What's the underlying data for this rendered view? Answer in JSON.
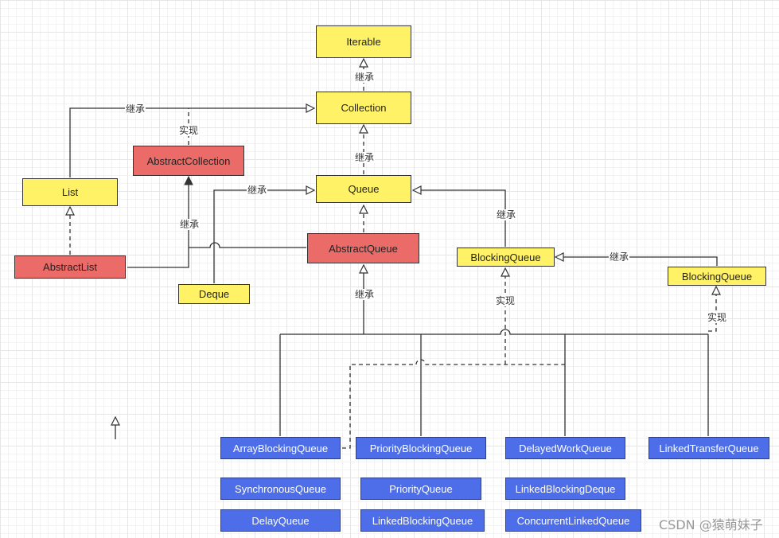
{
  "nodes": {
    "iterable": "Iterable",
    "collection": "Collection",
    "queue": "Queue",
    "abstract_collection": "AbstractCollection",
    "list": "List",
    "abstract_list": "AbstractList",
    "abstract_queue": "AbstractQueue",
    "deque": "Deque",
    "blocking_queue": "BlockingQueue",
    "blocking_queue_right": "BlockingQueue",
    "array_blocking_queue": "ArrayBlockingQueue",
    "priority_blocking_queue": "PriorityBlockingQueue",
    "delayed_work_queue": "DelayedWorkQueue",
    "linked_transfer_queue": "LinkedTransferQueue",
    "synchronous_queue": "SynchronousQueue",
    "priority_queue": "PriorityQueue",
    "linked_blocking_deque": "LinkedBlockingDeque",
    "delay_queue": "DelayQueue",
    "linked_blocking_queue": "LinkedBlockingQueue",
    "concurrent_linked_queue": "ConcurrentLinkedQueue"
  },
  "edge_labels": {
    "inherit": "继承",
    "implement": "实现"
  },
  "colors": {
    "interface": "#fff266",
    "abstract_class": "#eb6b68",
    "implementation": "#4d6ee8"
  },
  "watermark": "CSDN @猿萌妹子"
}
